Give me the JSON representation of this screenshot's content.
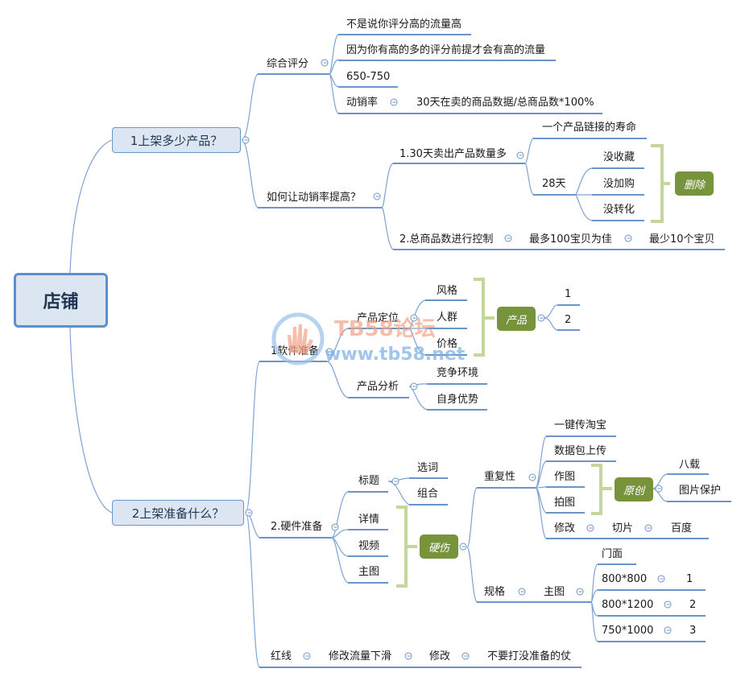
{
  "root": "店铺",
  "branch1": {
    "title": "1上架多少产品？",
    "rating": {
      "label": "综合评分",
      "items": [
        "不是说你评分高的流量高",
        "因为你有高的多的评分前提才会有高的流量",
        "650-750"
      ],
      "turnover": {
        "label": "动销率",
        "value": "30天在卖的商品数据/总商品数*100%"
      }
    },
    "improve": {
      "label": "如何让动销率提高？",
      "step1": {
        "label": "1.30天卖出产品数量多",
        "lifespan": "一个产品链接的寿命",
        "days": "28天",
        "conditions": [
          "没收藏",
          "没加购",
          "没转化"
        ],
        "tag": "删除"
      },
      "step2": {
        "label": "2.总商品数进行控制",
        "max": "最多100宝贝为佳",
        "min": "最少10个宝贝"
      }
    }
  },
  "branch2": {
    "title": "2上架准备什么？",
    "soft": {
      "label": "1软件准备",
      "positioning": {
        "label": "产品定位",
        "items": [
          "风格",
          "人群",
          "价格"
        ],
        "tag": "产品",
        "tag_items": [
          "1",
          "2"
        ]
      },
      "analysis": {
        "label": "产品分析",
        "items": [
          "竞争环境",
          "自身优势"
        ]
      }
    },
    "hard": {
      "label": "2.硬件准备",
      "title_node": {
        "label": "标题",
        "items": [
          "选词",
          "组合"
        ]
      },
      "items": [
        "详情",
        "视频",
        "主图"
      ],
      "tag": "硬伤",
      "repeat": {
        "label": "重复性",
        "items": [
          "一键传淘宝",
          "数据包上传",
          "作图",
          "拍图"
        ],
        "tag": "原创",
        "tag_items": [
          "八载",
          "图片保护"
        ],
        "modify": {
          "label": "修改",
          "crop": "切片",
          "baidu": "百度"
        }
      },
      "spec": {
        "label": "规格",
        "main_image": "主图",
        "items": [
          "门面",
          "800*800",
          "800*1200",
          "750*1000"
        ],
        "nums": [
          "1",
          "2",
          "3"
        ]
      }
    },
    "redline": {
      "label": "红线",
      "a": "修改流量下滑",
      "b": "修改",
      "c": "不要打没准备的仗"
    }
  },
  "watermark": {
    "title": "TB58论坛",
    "url": "www.tb58.net"
  }
}
